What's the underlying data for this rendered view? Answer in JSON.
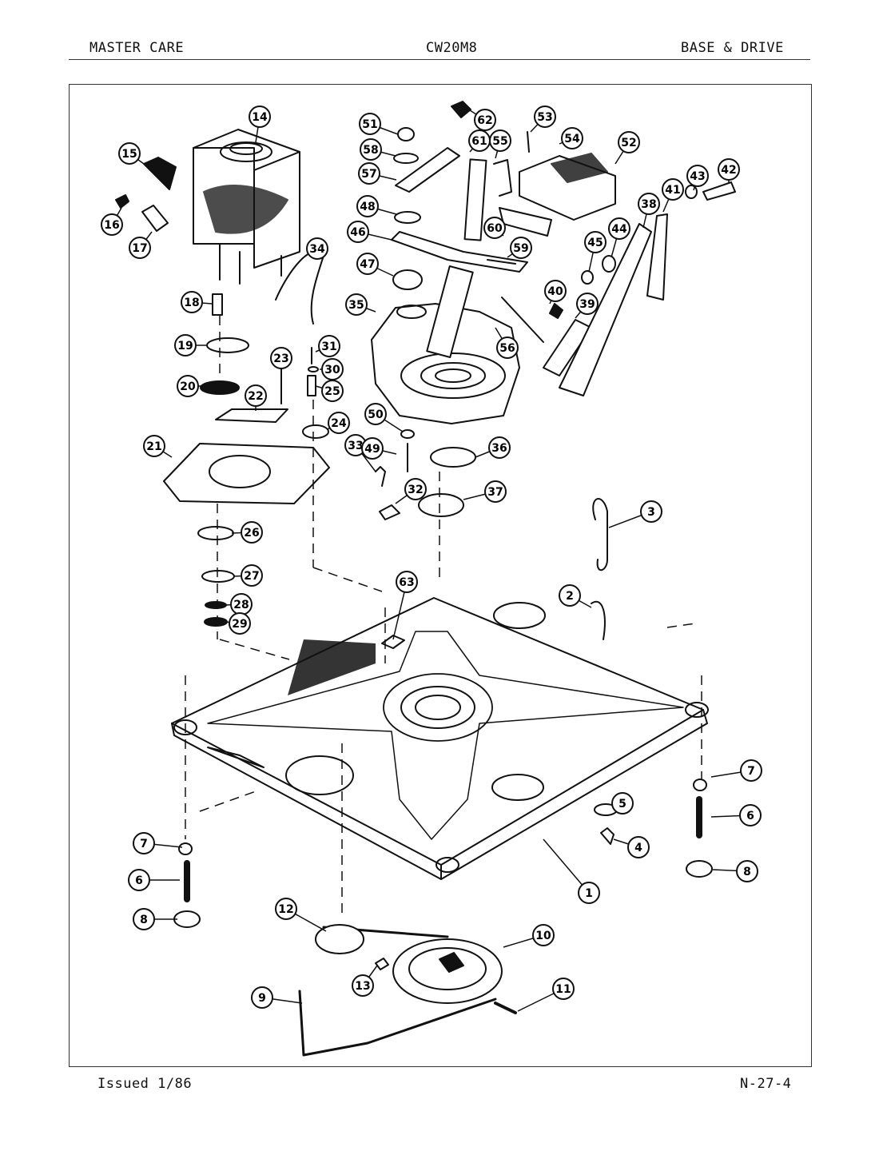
{
  "header": {
    "left": "MASTER CARE",
    "center": "CW20M8",
    "right": "BASE & DRIVE"
  },
  "footer": {
    "left": "Issued 1/86",
    "right": "N-27-4"
  },
  "colors": {
    "ink": "#111111",
    "paper": "#ffffff"
  },
  "callouts": [
    "1",
    "2",
    "3",
    "4",
    "5",
    "6",
    "6",
    "7",
    "7",
    "8",
    "8",
    "9",
    "10",
    "11",
    "12",
    "13",
    "14",
    "15",
    "16",
    "17",
    "18",
    "19",
    "20",
    "21",
    "22",
    "23",
    "24",
    "25",
    "26",
    "27",
    "28",
    "29",
    "30",
    "31",
    "32",
    "33",
    "34",
    "35",
    "36",
    "37",
    "38",
    "39",
    "40",
    "41",
    "42",
    "43",
    "44",
    "45",
    "46",
    "47",
    "48",
    "49",
    "50",
    "51",
    "52",
    "53",
    "54",
    "55",
    "56",
    "57",
    "58",
    "59",
    "60",
    "61",
    "62",
    "63"
  ]
}
